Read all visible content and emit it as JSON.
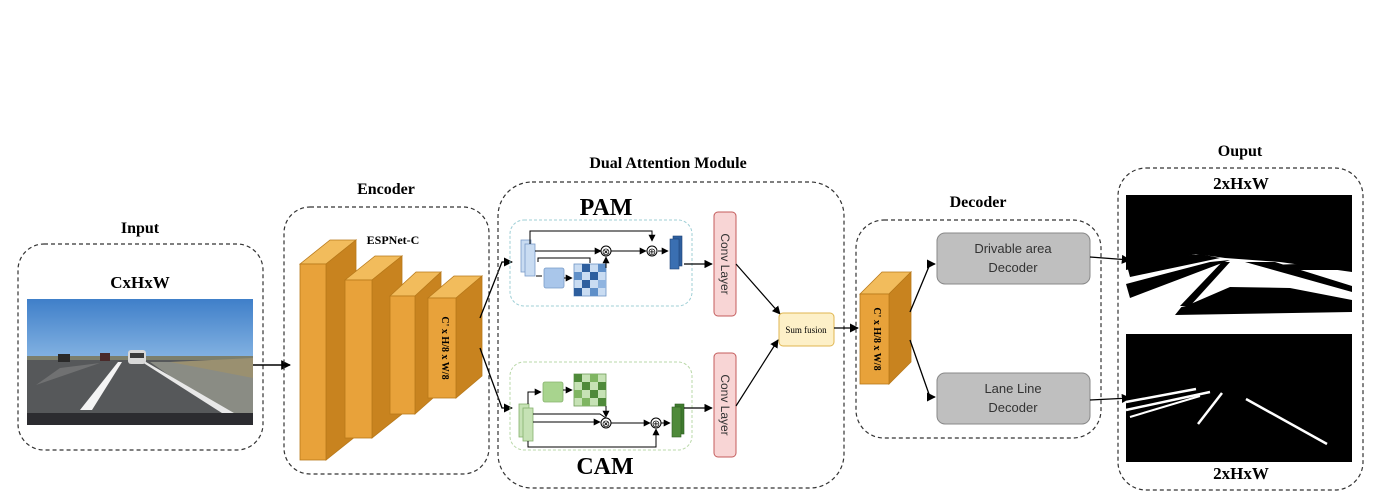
{
  "input": {
    "title": "Input",
    "dims": "CxHxW"
  },
  "encoder": {
    "title": "Encoder",
    "backbone": "ESPNet-C",
    "feature_dims": "C' x H/8 x W/8"
  },
  "attention": {
    "title": "Dual Attention Module",
    "pam": "PAM",
    "cam": "CAM",
    "conv_pam": "Conv Layer",
    "conv_cam": "Conv Layer",
    "fusion": "Sum fusion",
    "op_multiply": "⊗",
    "op_add": "⊕"
  },
  "decoder": {
    "title": "Decoder",
    "feature_dims": "C' x H/8 x W/8",
    "drivable": [
      "Drivable area",
      "Decoder"
    ],
    "lane": [
      "Lane Line",
      "Decoder"
    ]
  },
  "output": {
    "title": "Ouput",
    "dims_top": "2xHxW",
    "dims_bottom": "2xHxW"
  },
  "colors": {
    "block_front": "#e8a23a",
    "block_top": "#f2bc5c",
    "block_side": "#c8831f",
    "conv_fill": "#f8d5d5",
    "conv_stroke": "#c45c5c",
    "fusion_fill": "#fdf0c8",
    "fusion_stroke": "#e0b650",
    "decoder_fill": "#bfbfbf",
    "decoder_stroke": "#888888",
    "pam_light": "#c9dcf2",
    "pam_dark": "#2e5f9e",
    "cam_light": "#c6e2b5",
    "cam_dark": "#4f8a3a"
  }
}
